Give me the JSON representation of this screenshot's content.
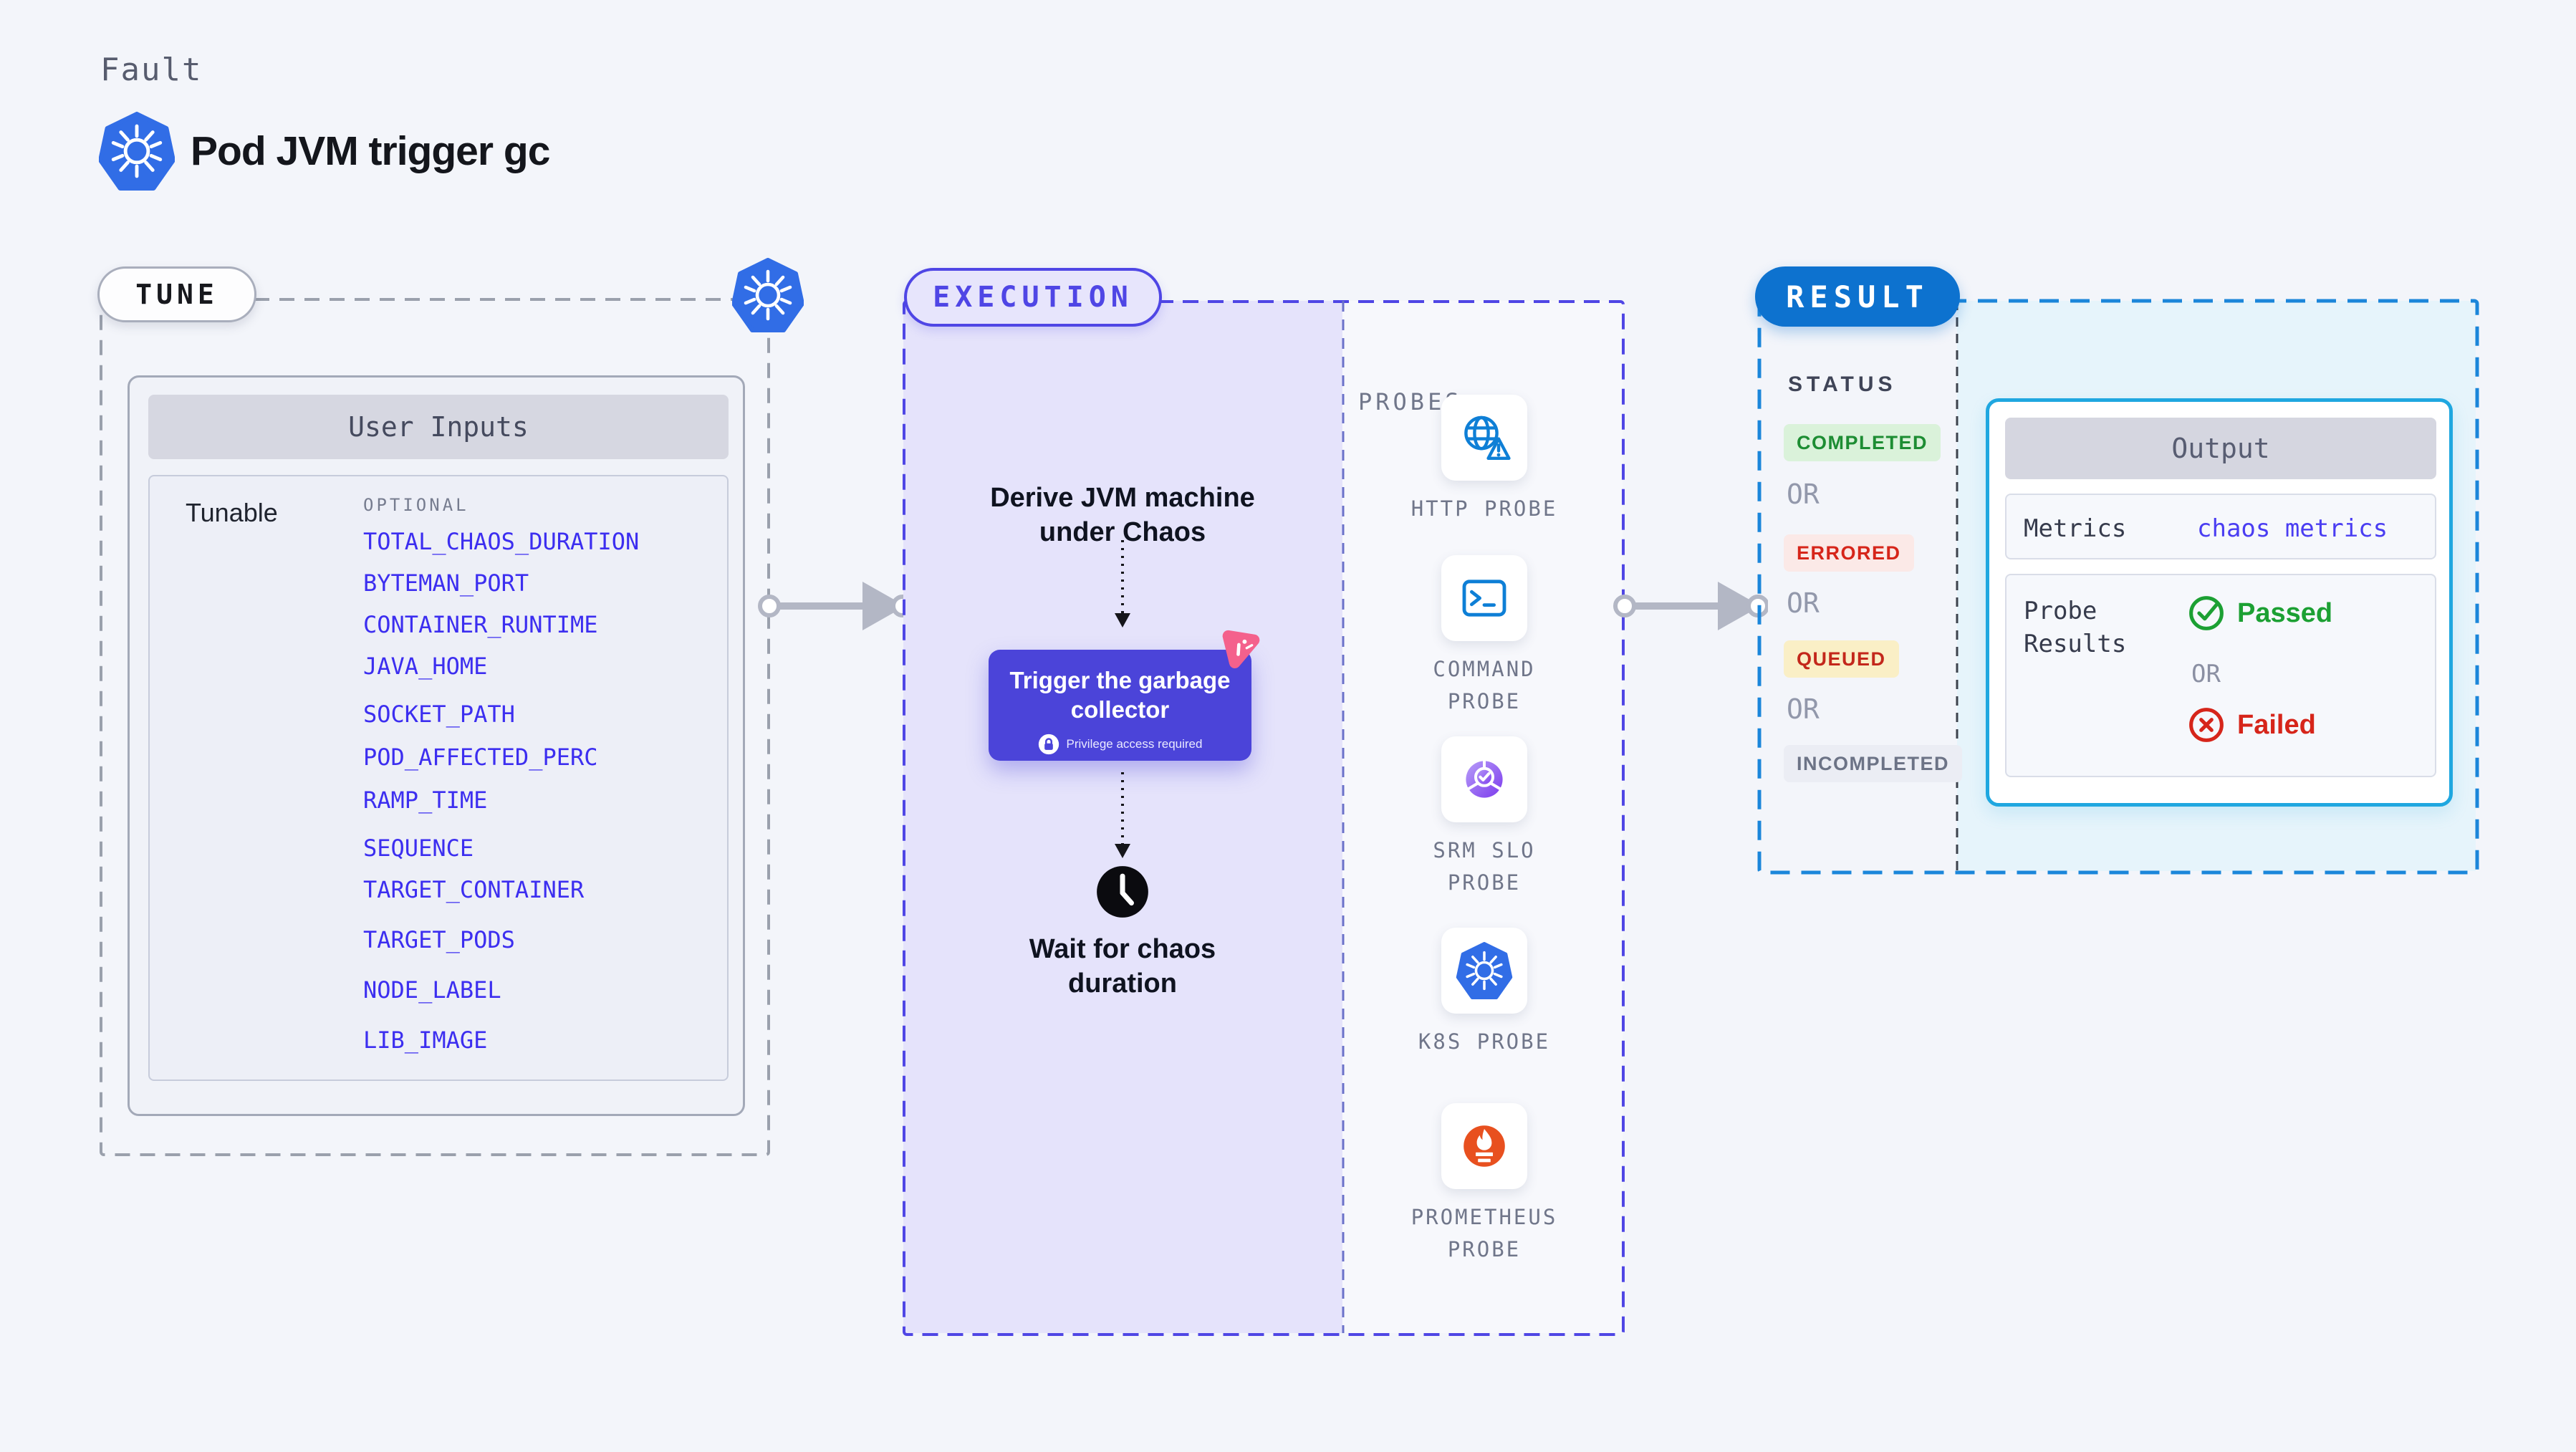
{
  "header": {
    "eyebrow": "Fault",
    "title": "Pod JVM trigger gc"
  },
  "tune": {
    "badge": "TUNE",
    "user_inputs_title": "User Inputs",
    "row_label": "Tunable",
    "optional_label": "OPTIONAL",
    "tunables": [
      "TOTAL_CHAOS_DURATION",
      "BYTEMAN_PORT",
      "CONTAINER_RUNTIME",
      "JAVA_HOME",
      "SOCKET_PATH",
      "POD_AFFECTED_PERC",
      "RAMP_TIME",
      "SEQUENCE",
      "TARGET_CONTAINER",
      "TARGET_PODS",
      "NODE_LABEL",
      "LIB_IMAGE"
    ]
  },
  "execution": {
    "badge": "EXECUTION",
    "derive_step": "Derive JVM machine under Chaos",
    "trigger_node": {
      "title": "Trigger the garbage collector",
      "note": "Privilege access required"
    },
    "wait_step": "Wait for chaos duration",
    "probes_label": "PROBES",
    "probes": [
      {
        "label": "HTTP PROBE",
        "icon": "http-probe-icon"
      },
      {
        "label": "COMMAND PROBE",
        "icon": "command-probe-icon"
      },
      {
        "label": "SRM SLO PROBE",
        "icon": "srm-slo-probe-icon"
      },
      {
        "label": "K8S PROBE",
        "icon": "k8s-probe-icon"
      },
      {
        "label": "PROMETHEUS PROBE",
        "icon": "prometheus-probe-icon"
      }
    ]
  },
  "result": {
    "badge": "RESULT",
    "status_label": "STATUS",
    "or_label": "OR",
    "statuses": [
      {
        "label": "COMPLETED",
        "kind": "completed"
      },
      {
        "label": "ERRORED",
        "kind": "errored"
      },
      {
        "label": "QUEUED",
        "kind": "queued"
      },
      {
        "label": "INCOMPLETED",
        "kind": "incompleted"
      }
    ],
    "output": {
      "title": "Output",
      "metrics_label": "Metrics",
      "metrics_value": "chaos metrics",
      "probe_results_label": "Probe Results",
      "passed_label": "Passed",
      "or_label": "OR",
      "failed_label": "Failed"
    }
  },
  "colors": {
    "page_bg": "#f3f5fa",
    "indigo": "#4f46e5",
    "node_indigo": "#4b44d9",
    "tunable_blue": "#3c2ef0",
    "result_blue": "#0d72cf",
    "result_dash": "#1b86da",
    "output_border": "#1fa7e0",
    "output_region_bg": "#e6f4fb",
    "lavender_bg": "#e5e3fb",
    "success_green": "#1d8d33",
    "error_red": "#d6251a",
    "queued_red": "#c3271b",
    "k8s_blue": "#316de6",
    "probe_icon_blue": "#0e7fd6",
    "prometheus_orange": "#e8501f",
    "srm_purple": "#8b5cf6",
    "pink_badge": "#f4618c",
    "arrow_gray": "#b3b7c5"
  }
}
